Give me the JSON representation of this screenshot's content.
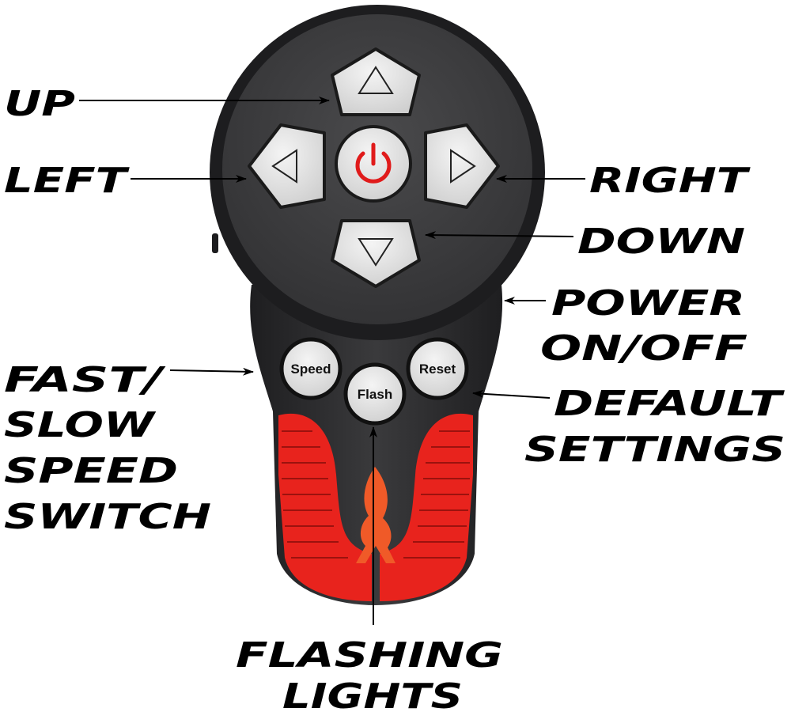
{
  "labels": {
    "up": "UP",
    "left": "LEFT",
    "right": "RIGHT",
    "down": "DOWN",
    "power": [
      "POWER",
      "ON/OFF"
    ],
    "speed_switch": [
      "FAST/",
      "SLOW",
      "SPEED",
      "SWITCH"
    ],
    "default_settings": [
      "DEFAULT",
      "SETTINGS"
    ],
    "flashing_lights": [
      "FLASHING",
      "LIGHTS"
    ]
  },
  "buttons": {
    "speed": "Speed",
    "flash": "Flash",
    "reset": "Reset"
  },
  "icons": {
    "power": "power-icon",
    "up": "triangle-up-icon",
    "down": "triangle-down-icon",
    "left": "triangle-left-icon",
    "right": "triangle-right-icon",
    "logo": "flame-logo-icon"
  },
  "colors": {
    "body": "#2b2b2d",
    "grip": "#e8231d",
    "power_symbol": "#e01b1b",
    "logo": "#f05a28"
  }
}
